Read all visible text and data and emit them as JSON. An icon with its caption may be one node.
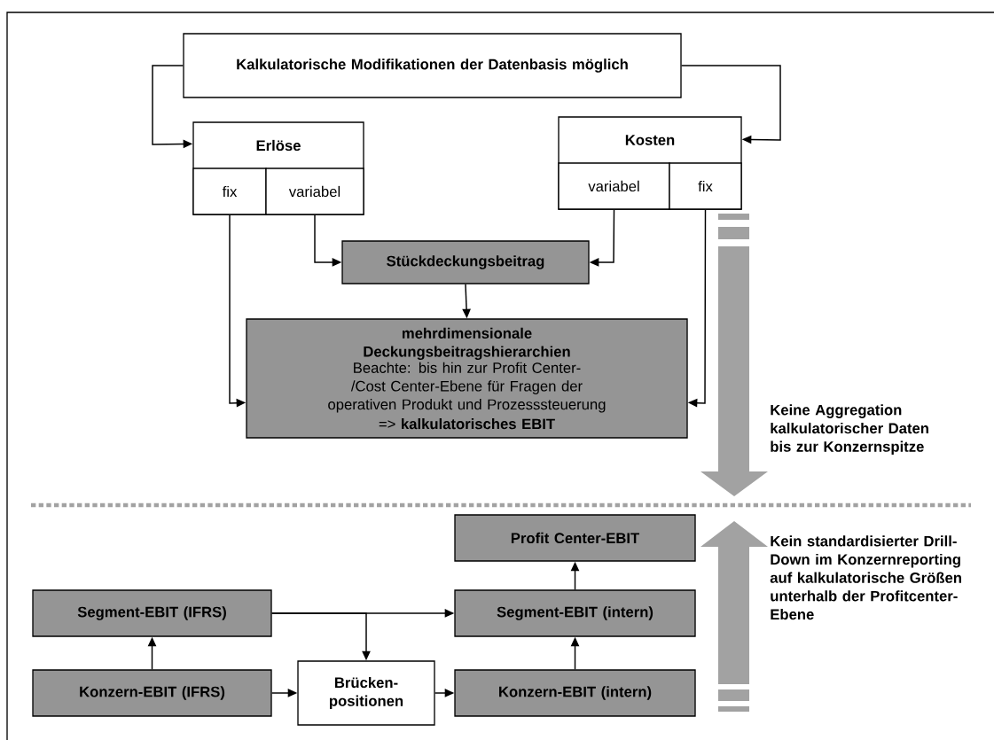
{
  "diagram": {
    "nodes": [
      {
        "text": [
          "Kalkulatorische Modifikationen der Datenbasis möglich"
        ]
      },
      {
        "text": [
          "Erlöse"
        ]
      },
      {
        "text": [
          "fix"
        ],
        "in": 1
      },
      {
        "text": [
          "variabel"
        ],
        "in": 1
      },
      {
        "text": [
          "Kosten"
        ]
      },
      {
        "text": [
          "variabel"
        ],
        "in": 4
      },
      {
        "text": [
          "fix"
        ],
        "in": 4
      },
      {
        "text": [
          "Stückdeckungsbeitrag"
        ]
      },
      {
        "text": [
          "mehrdimensionale Deckungsbeitragshierarchien",
          "Beachte: bis hin zur Profit Center-/Cost Center-Ebene für Fragen der operativen Produkt und Prozesssteuerung",
          "=> **kalkulatorisches EBIT**"
        ]
      },
      {
        "text": [
          "Profit Center-EBIT"
        ]
      },
      {
        "text": [
          "Segment-EBIT (IFRS)"
        ]
      },
      {
        "text": [
          "Segment-EBIT (intern)"
        ]
      },
      {
        "text": [
          "Konzern-EBIT (IFRS)"
        ]
      },
      {
        "text": [
          "Brücken-positionen"
        ]
      },
      {
        "text": [
          "Konzern-EBIT (intern)"
        ]
      }
    ],
    "edges": [
      {
        "from": 0,
        "to": 1,
        "arrow": "to"
      },
      {
        "from": 0,
        "to": 4,
        "arrow": "to"
      },
      {
        "from": 2,
        "to": 8,
        "arrow": "to"
      },
      {
        "from": 3,
        "to": 7,
        "arrow": "to"
      },
      {
        "from": 5,
        "to": 7,
        "arrow": "to"
      },
      {
        "from": 6,
        "to": 8,
        "arrow": "to"
      },
      {
        "from": 7,
        "to": 8,
        "arrow": "to"
      },
      {
        "from": 14,
        "to": 11,
        "arrow": "to"
      },
      {
        "from": 11,
        "to": 9,
        "arrow": "to"
      },
      {
        "from": 12,
        "to": 10,
        "arrow": "to"
      },
      {
        "from": 12,
        "to": 13,
        "arrow": "to"
      },
      {
        "from": 13,
        "to": 14,
        "arrow": "to"
      },
      {
        "from": 10,
        "to": 11,
        "arrow": "to"
      },
      {
        "from": 10,
        "to": 13,
        "arrow": "to"
      }
    ],
    "labels": [
      "Keine Aggregation kalkulatorischer Daten bis zur Konzernspitze",
      "Kein standardisierter Drill-Down im Konzernreporting auf kalkulatorische Größen unterhalb der Profitcenter-Ebene"
    ]
  }
}
